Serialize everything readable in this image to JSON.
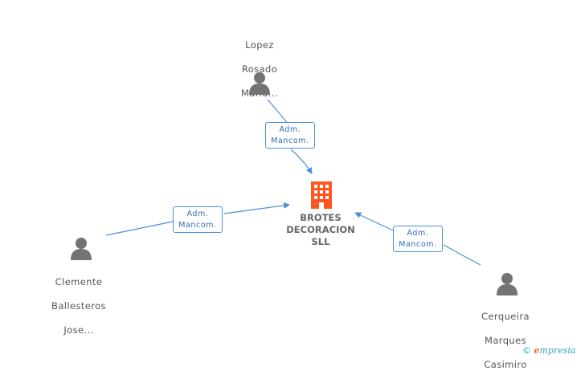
{
  "company": {
    "name_lines": [
      "BROTES",
      "DECORACION",
      "SLL"
    ],
    "color": "#ff5722"
  },
  "people": [
    {
      "name_lines": [
        "Lopez",
        "Rosado",
        "Maria..."
      ],
      "role_lines": [
        "Adm.",
        "Mancom."
      ]
    },
    {
      "name_lines": [
        "Clemente",
        "Ballesteros",
        "Jose..."
      ],
      "role_lines": [
        "Adm.",
        "Mancom."
      ]
    },
    {
      "name_lines": [
        "Cerqueira",
        "Marques",
        "Casimiro"
      ],
      "role_lines": [
        "Adm.",
        "Mancom."
      ]
    }
  ],
  "colors": {
    "edge": "#4a90d9",
    "person_icon": "#737373"
  },
  "footer": {
    "copyright": "©",
    "brand_e": "e",
    "brand_rest": "mpresia"
  }
}
